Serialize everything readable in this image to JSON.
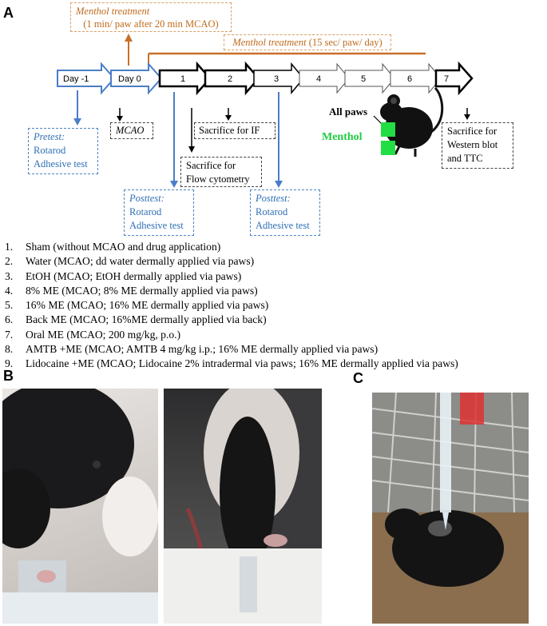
{
  "panels": {
    "a": "A",
    "b": "B",
    "c": "C"
  },
  "timeline": {
    "days": [
      "Day -1",
      "Day 0",
      "1",
      "2",
      "3",
      "4",
      "5",
      "6",
      "7"
    ],
    "menthol_top": {
      "title": "Menthol treatment",
      "detail": "(1 min/ paw after 20 min MCAO)"
    },
    "menthol_long": {
      "title": "Menthol treatment",
      "detail": "(15 sec/ paw/ day)"
    },
    "pretest": {
      "title": "Pretest:",
      "lines": [
        "Rotarod",
        "Adhesive test"
      ]
    },
    "mcao": "MCAO",
    "sacrifice_if": "Sacrifice for IF",
    "sacrifice_flow": [
      "Sacrifice for",
      "Flow cytometry"
    ],
    "posttest1": {
      "title": "Posttest:",
      "lines": [
        "Rotarod",
        "Adhesive test"
      ]
    },
    "posttest2": {
      "title": "Posttest:",
      "lines": [
        "Rotarod",
        "Adhesive  test"
      ]
    },
    "sacrifice_wb": [
      "Sacrifice for",
      "Western blot",
      "and TTC"
    ],
    "all_paws": "All paws",
    "menthol_label": "Menthol"
  },
  "groups": [
    {
      "n": "1.",
      "text": "Sham (without MCAO and drug application)"
    },
    {
      "n": "2.",
      "text": "Water (MCAO; dd water dermally applied via paws)"
    },
    {
      "n": "3.",
      "text": "EtOH (MCAO; EtOH dermally applied via paws)"
    },
    {
      "n": "4.",
      "text": "8% ME (MCAO; 8% ME dermally applied via paws)"
    },
    {
      "n": "5.",
      "text": "16% ME (MCAO; 16% ME dermally applied via paws)"
    },
    {
      "n": "6.",
      "text": "Back ME (MCAO; 16%ME dermally applied via back)"
    },
    {
      "n": "7.",
      "text": "Oral ME (MCAO; 200 mg/kg, p.o.)"
    },
    {
      "n": "8.",
      "text": "AMTB +ME (MCAO; AMTB 4 mg/kg i.p.; 16% ME dermally applied via paws)"
    },
    {
      "n": "9.",
      "text": "Lidocaine +ME (MCAO; Lidocaine 2% intradermal via paws; 16% ME dermally applied via paws)"
    }
  ],
  "colors": {
    "orange": "#c8702a",
    "blue": "#4a7ec8",
    "green": "#22dd44"
  }
}
